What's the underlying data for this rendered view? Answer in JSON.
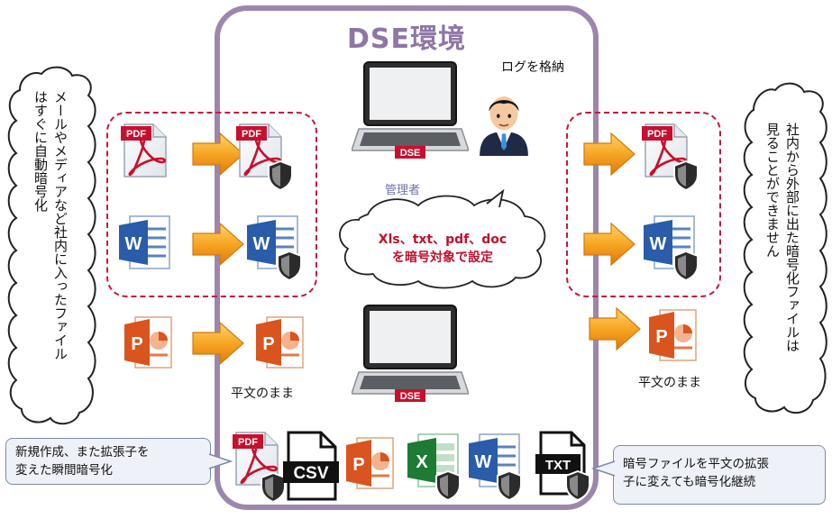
{
  "environment": {
    "title": "DSE環境"
  },
  "labels": {
    "log_store": "ログを格納",
    "admin": "管理者",
    "plain_left": "平文のまま",
    "plain_right": "平文のまま"
  },
  "badges": {
    "dse": "DSE",
    "pdf": "PDF",
    "csv": "CSV",
    "txt": "TXT"
  },
  "thought_bubble": {
    "line1": "Xls、txt、pdf、doc",
    "line2": "を暗号対象で設定"
  },
  "left_note": {
    "col1": "メールやメディアなど社内に入ったファイル",
    "col2": "はすぐに自動暗号化"
  },
  "right_note": {
    "col1": "社内から外部に出た暗号化ファイルは",
    "col2": "見ることができません"
  },
  "callout_left": {
    "line1": "新規作成、また拡張子を",
    "line2": "変えた瞬間暗号化"
  },
  "callout_right": {
    "line1": "暗号ファイルを平文の拡張",
    "line2": "子に変えても暗号化継続"
  },
  "colors": {
    "frame": "#9d86ad",
    "dashed": "#c41a3a",
    "arrow": "#f4a21b",
    "pdf_red": "#c8102e",
    "word_blue": "#2a5caa",
    "ppt_orange": "#d9541e",
    "excel_green": "#1e7b34"
  }
}
